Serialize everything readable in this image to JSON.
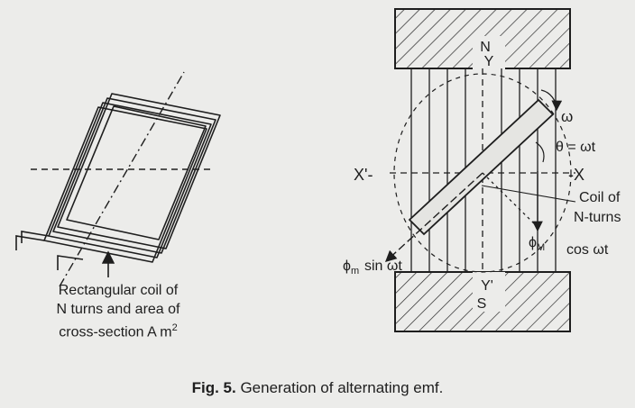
{
  "diagram": {
    "pole_n": {
      "letter": "N",
      "axis": "Y"
    },
    "pole_s": {
      "letter": "S",
      "axis": "Y'"
    },
    "label_x_left": "X'-",
    "label_x_right": "-X",
    "label_omega": "ω",
    "label_theta": "θ = ωt",
    "label_coil_line1": "Coil of",
    "label_coil_line2": "N-turns",
    "label_phi_m": "ϕ",
    "label_phi_m_sub": "m",
    "label_sin": "sin ωt",
    "label_phi_M": "ϕ",
    "label_phi_M_sub": "M",
    "label_cos": "cos ωt"
  },
  "left_caption": {
    "line1": "Rectangular coil of",
    "line2": "N turns and area of",
    "line3": "cross-section A m",
    "line3_sup": "2"
  },
  "caption": {
    "fig_label": "Fig. 5.",
    "text": " Generation of alternating emf."
  }
}
